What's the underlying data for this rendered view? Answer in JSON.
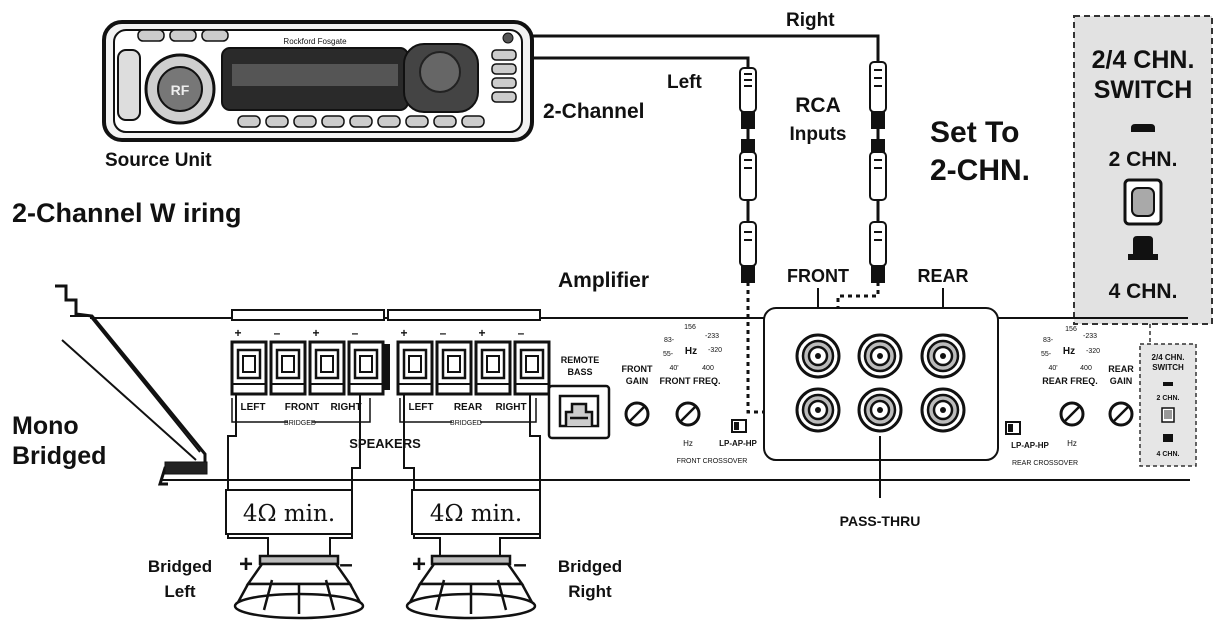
{
  "source_unit": {
    "label": "Source Unit",
    "brand": "Rockford Fosgate"
  },
  "title": "2-Channel W iring",
  "signal": {
    "left": "Left",
    "right": "Right",
    "two_channel": "2-Channel",
    "rca_line1": "RCA",
    "rca_line2": "Inputs"
  },
  "setting": {
    "line1": "Set To",
    "line2": "2-CHN."
  },
  "switch_panel": {
    "line1": "2/4 CHN.",
    "line2": "SWITCH",
    "opt_2": "2 CHN.",
    "opt_4": "4 CHN."
  },
  "amplifier": {
    "label": "Amplifier",
    "front": "FRONT",
    "rear": "REAR",
    "pass_thru": "PASS-THRU",
    "terminal_signs": [
      "+",
      "–",
      "+",
      "–",
      "+",
      "–",
      "+",
      "–"
    ],
    "front_group": {
      "left": "LEFT",
      "name": "FRONT",
      "right": "RIGHT",
      "sub": "BRIDGED"
    },
    "rear_group": {
      "left": "LEFT",
      "name": "REAR",
      "right": "RIGHT",
      "sub": "BRIDGED"
    },
    "speakers": "SPEAKERS",
    "remote_bass_1": "REMOTE",
    "remote_bass_2": "BASS",
    "front_gain_1": "FRONT",
    "front_gain_2": "GAIN",
    "rear_gain_1": "REAR",
    "rear_gain_2": "GAIN",
    "front_freq": "FRONT FREQ.",
    "rear_freq": "REAR FREQ.",
    "freq_ticks": {
      "t156": "156",
      "t233": "-233",
      "t83": "83-",
      "t320": "-320",
      "t55": "55-",
      "hz": "Hz",
      "t40": "40'",
      "t400": "400"
    },
    "lp_ap_hp": "LP-AP-HP",
    "front_crossover": "FRONT CROSSOVER",
    "rear_crossover": "REAR CROSSOVER",
    "mini_switch": {
      "line1": "2/4 CHN.",
      "line2": "SWITCH",
      "opt_2": "2 CHN.",
      "opt_4": "4 CHN."
    }
  },
  "mode": {
    "line1": "Mono",
    "line2": "Bridged"
  },
  "load": {
    "left": "4Ω min.",
    "right": "4Ω min."
  },
  "speakers_out": {
    "left_line1": "Bridged",
    "left_line2": "Left",
    "right_line1": "Bridged",
    "right_line2": "Right",
    "plus": "+",
    "minus": "–"
  }
}
